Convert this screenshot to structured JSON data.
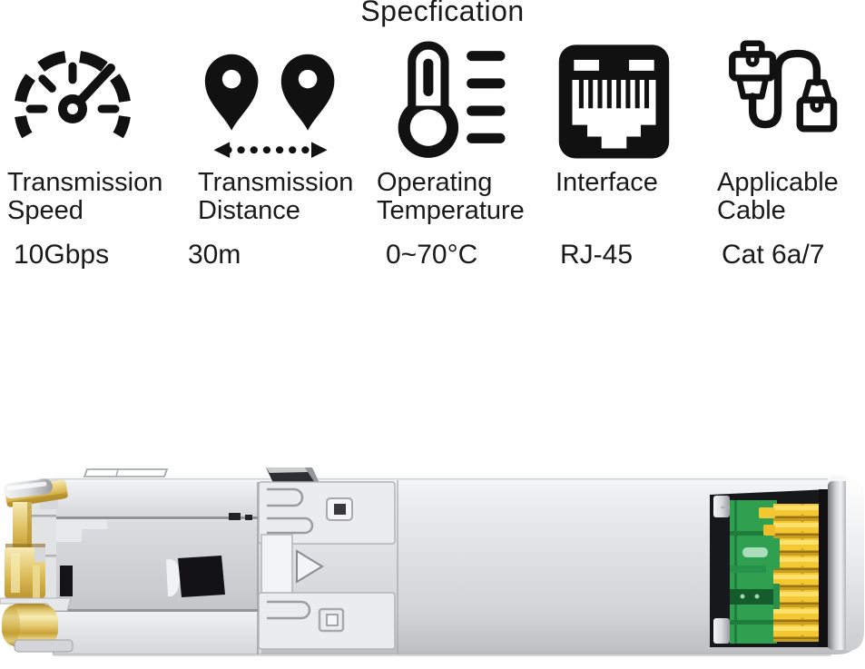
{
  "title": "Specfication",
  "background": "#ffffff",
  "text_color": "#1a1a1a",
  "specs": [
    {
      "icon": "speedometer-icon",
      "label": "Transmission Speed",
      "value": "10Gbps"
    },
    {
      "icon": "map-pins-distance-icon",
      "label": "Transmission Distance",
      "value": "30m"
    },
    {
      "icon": "thermometer-icon",
      "label": "Operating Temperature",
      "value": "0~70°C"
    },
    {
      "icon": "rj45-port-icon",
      "label": "Interface",
      "value": "RJ-45"
    },
    {
      "icon": "ethernet-cable-icon",
      "label": "Applicable Cable",
      "value": "Cat 6a/7"
    }
  ],
  "product_image": {
    "description": "Side view photo of a 10G SFP+ to RJ-45 copper transceiver module: silver metal housing, gold bail latch on the left end, stamped spring clips and right-pointing release arrow in the middle, exposed green PCB with gold edge-connector fingers in a black cavity at the right end",
    "colors": {
      "body_metal": "#dcdde0",
      "latch_gold": "#dcc065",
      "pcb_green": "#2fa04f",
      "connector_fingers_gold": "#f3c833",
      "cavity_black": "#17181b"
    }
  }
}
